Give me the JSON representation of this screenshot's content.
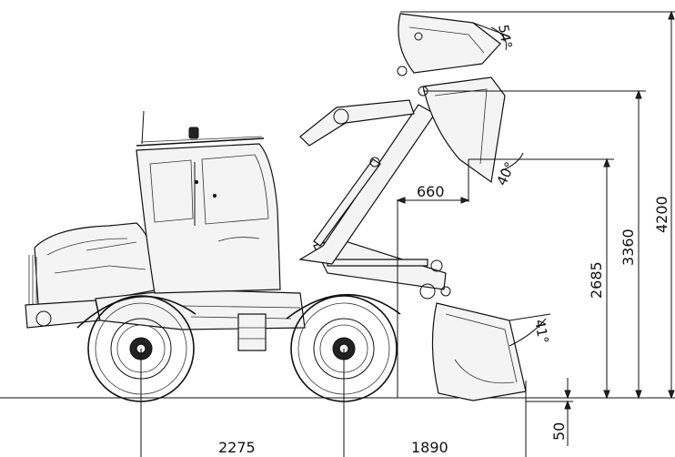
{
  "dimensions": {
    "wheel_front_to_rear": "2275",
    "front_wheel_to_bucket": "1890",
    "dump_reach": "660",
    "dump_height": "2685",
    "hinge_pin_height": "3360",
    "max_height": "4200",
    "dig_depth": "50"
  },
  "angles": {
    "top_bucket": "54°",
    "dump_angle": "40°",
    "rollback_angle": "41°"
  }
}
